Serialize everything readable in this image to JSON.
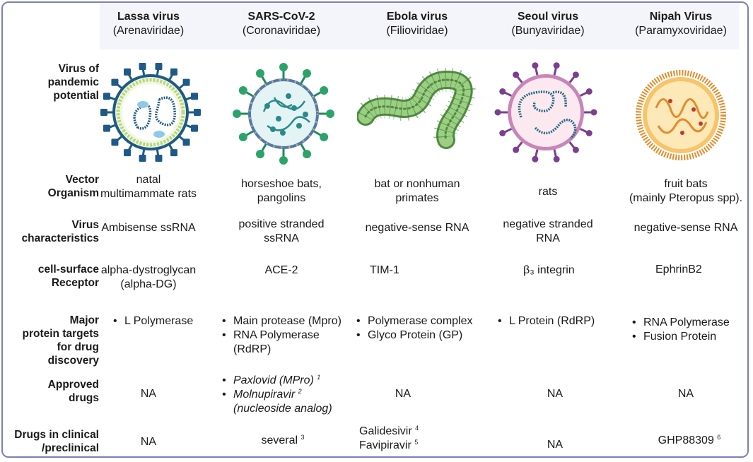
{
  "viruses": [
    {
      "name": "Lassa virus",
      "family": "(Arenaviridae)",
      "image": "lassa-virus-illustration"
    },
    {
      "name": "SARS-CoV-2",
      "family": "(Coronaviridae)",
      "image": "sars-cov-2-illustration"
    },
    {
      "name": "Ebola virus",
      "family": "(Filioviridae)",
      "image": "ebola-virus-illustration"
    },
    {
      "name": "Seoul virus",
      "family": "(Bunyaviridae)",
      "image": "seoul-virus-illustration"
    },
    {
      "name": "Nipah Virus",
      "family": "(Paramyxoviridae)",
      "image": "nipah-virus-illustration"
    }
  ],
  "row_labels": {
    "pandemic": [
      "Virus of",
      "pandemic",
      "potential"
    ],
    "vector": [
      "Vector",
      "Organism"
    ],
    "characteristics": [
      "Virus",
      "characteristics"
    ],
    "receptor": [
      "cell-surface",
      "Receptor"
    ],
    "targets": [
      "Major",
      "protein targets",
      "for drug",
      "discovery"
    ],
    "approved": [
      "Approved",
      "drugs"
    ],
    "clinical": [
      "Drugs  in clinical",
      "/preclinical"
    ]
  },
  "vector": [
    [
      "natal",
      "multimammate rats"
    ],
    [
      "horseshoe bats,",
      "pangolins"
    ],
    [
      "bat or nonhuman",
      "primates"
    ],
    [
      "rats"
    ],
    [
      "fruit bats",
      "(mainly Pteropus spp)."
    ]
  ],
  "characteristics": [
    [
      "Ambisense ssRNA"
    ],
    [
      "positive stranded",
      "ssRNA"
    ],
    [
      "negative-sense RNA"
    ],
    [
      "negative stranded",
      "RNA"
    ],
    [
      "negative-sense RNA"
    ]
  ],
  "receptor": [
    [
      "alpha-dystroglycan",
      "(alpha-DG)"
    ],
    [
      "ACE-2"
    ],
    [
      "TIM-1"
    ],
    [
      "β₃ integrin"
    ],
    [
      "EphrinB2"
    ]
  ],
  "targets": [
    [
      "L Polymerase"
    ],
    [
      "Main protease (Mpro)",
      "RNA Polymerase (RdRP)"
    ],
    [
      "Polymerase complex",
      "Glyco Protein (GP)"
    ],
    [
      "L Protein (RdRP)"
    ],
    [
      "RNA Polymerase",
      "Fusion Protein"
    ]
  ],
  "approved": {
    "lassa": "NA",
    "sars": [
      {
        "text": "Paxlovid (MPro)",
        "ref": "1"
      },
      {
        "text": "Molnupiravir",
        "ref": "2",
        "extra": "(nucleoside analog)"
      }
    ],
    "ebola": "NA",
    "seoul": "NA",
    "nipah": "NA"
  },
  "clinical": {
    "lassa": "NA",
    "sars": {
      "text": "several",
      "ref": "3"
    },
    "ebola": [
      {
        "text": "Galidesivir",
        "ref": "4"
      },
      {
        "text": "Favipiravir",
        "ref": "5"
      }
    ],
    "seoul": "NA",
    "nipah": {
      "text": "GHP88309",
      "ref": "6"
    }
  },
  "colors": {
    "border": "#7d7fb8",
    "header_band": "#f4f4fb",
    "lassa_spike": "#1f5a86",
    "lassa_ring": "#b7d77a",
    "sars_spike": "#1f8a5c",
    "sars_membrane": "#4a7bb3",
    "ebola_body": "#7cb56a",
    "seoul_spike": "#7a3f8f",
    "seoul_membrane": "#c786b8",
    "nipah_ring": "#e38b2b"
  }
}
